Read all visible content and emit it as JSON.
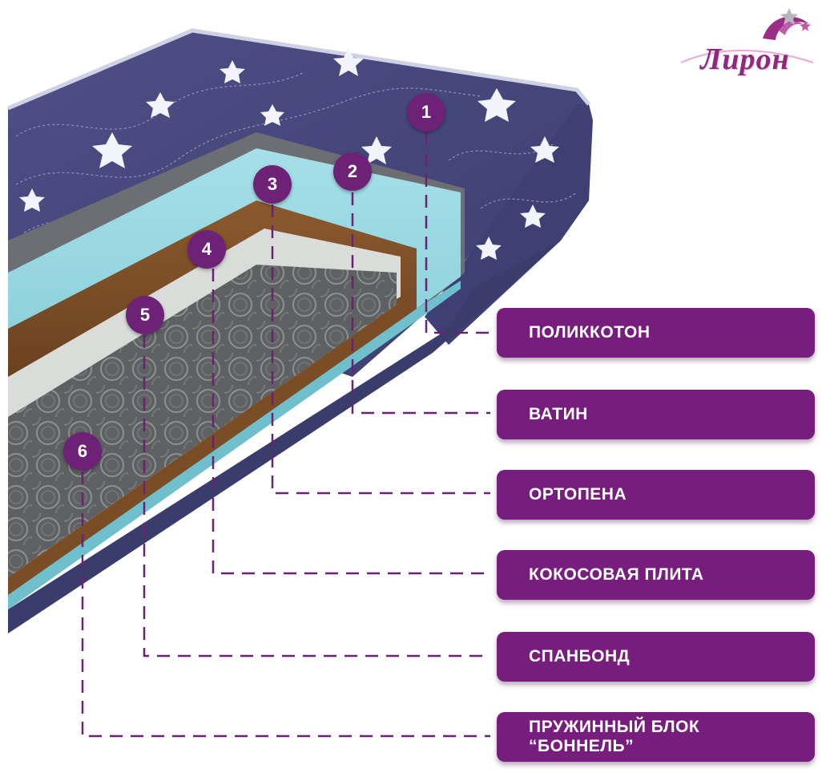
{
  "brand": {
    "logo_text": "Лирон"
  },
  "layers": [
    {
      "number": "1",
      "label": "ПОЛИККОТОН"
    },
    {
      "number": "2",
      "label": "ВАТИН"
    },
    {
      "number": "3",
      "label": "ОРТОПЕНА"
    },
    {
      "number": "4",
      "label": "КОКОСОВАЯ ПЛИТА"
    },
    {
      "number": "5",
      "label": "СПАНБОНД"
    },
    {
      "number": "6",
      "label": "ПРУЖИННЫЙ БЛОК\n“БОННЕЛЬ”"
    }
  ],
  "colors": {
    "accent": "#771d7e",
    "cover": "#45467a",
    "foam": "#8fd3dc",
    "coconut": "#7a4d26",
    "spunbond": "#d9dcd8",
    "springs": "#5d5e5f"
  }
}
